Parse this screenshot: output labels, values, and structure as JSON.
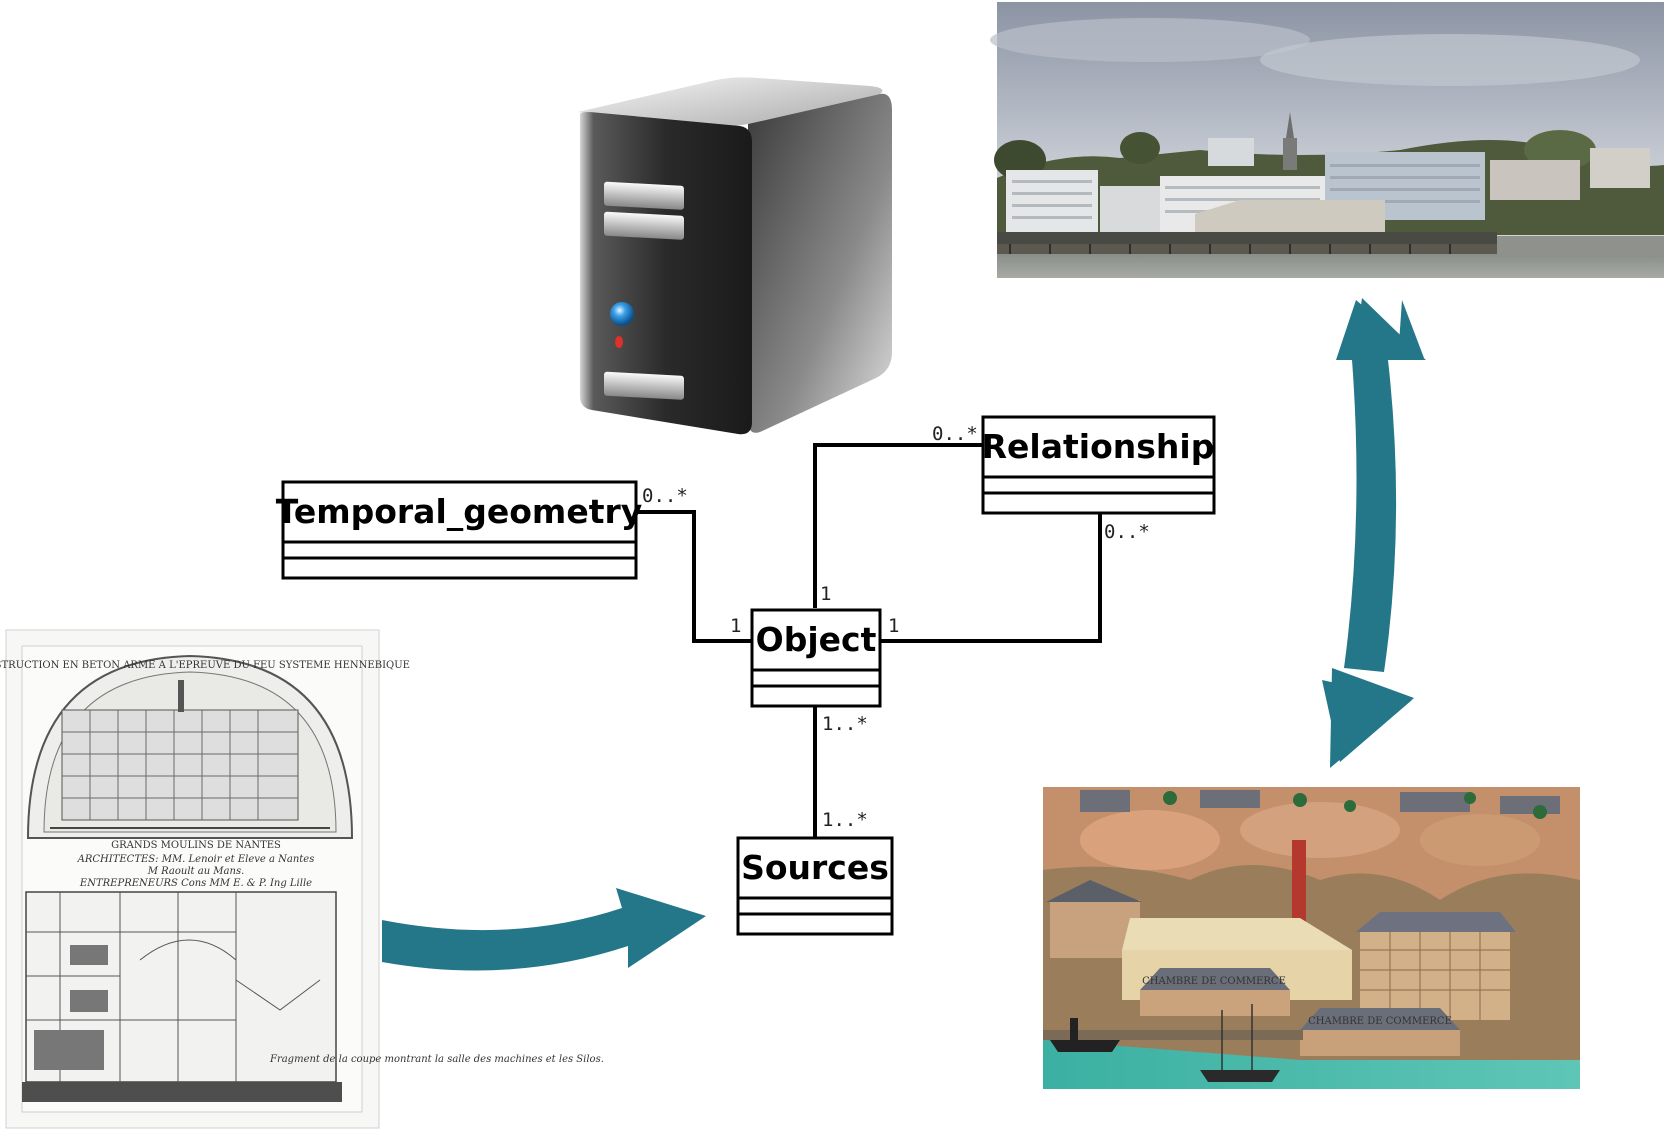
{
  "classes": {
    "relationship": "Relationship",
    "temporal_geometry": "Temporal_geometry",
    "object": "Object",
    "sources": "Sources"
  },
  "multiplicities": {
    "object_relationship_at_relationship": "0..*",
    "object_relationship_at_object": "1",
    "relationship_object_at_relationship": "0..*",
    "relationship_object_at_object": "1",
    "temporal_geometry_at_temporal": "0..*",
    "temporal_geometry_at_object": "1",
    "object_sources_at_object": "1..*",
    "object_sources_at_sources": "1..*"
  },
  "engraving": {
    "medallion_text": "CONSTRUCTION EN BETON ARME A L'EPREUVE DU FEU SYSTEME HENNEBIQUE",
    "caption_title": "GRANDS MOULINS DE NANTES",
    "caption_architects": "ARCHITECTES: MM. Lenoir et Eleve a Nantes",
    "caption_architects_2": "M Raoult au Mans.",
    "caption_builders": "ENTREPRENEURS Cons MM E. & P. Ing Lille",
    "section_note": "Fragment de la coupe montrant la salle des machines et les Silos."
  },
  "model_photo": {
    "roof_label_1": "CHAMBRE DE COMMERCE",
    "roof_label_2": "CHAMBRE DE COMMERCE"
  },
  "colors": {
    "arrow": "#237789",
    "uml_stroke": "#000000"
  },
  "icons": [
    "server-icon",
    "curved-arrow-right",
    "double-headed-curved-arrow"
  ]
}
